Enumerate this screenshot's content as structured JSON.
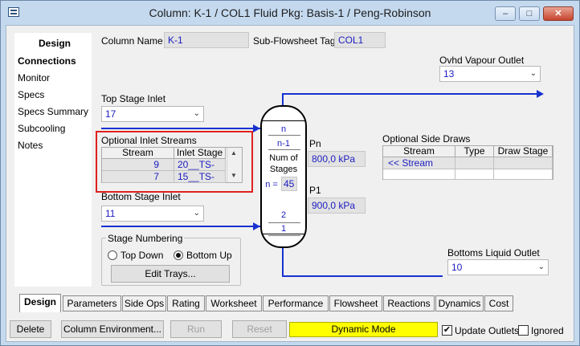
{
  "window": {
    "title": "Column: K-1 / COL1  Fluid Pkg: Basis-1 / Peng-Robinson",
    "controls": {
      "minimize": "‒",
      "maximize": "□",
      "close": "✕"
    }
  },
  "nav": {
    "header": "Design",
    "items": [
      {
        "label": "Connections",
        "selected": true
      },
      {
        "label": "Monitor",
        "selected": false
      },
      {
        "label": "Specs",
        "selected": false
      },
      {
        "label": "Specs Summary",
        "selected": false
      },
      {
        "label": "Subcooling",
        "selected": false
      },
      {
        "label": "Notes",
        "selected": false
      }
    ]
  },
  "form": {
    "column_name_label": "Column Name",
    "column_name": "K-1",
    "subflowsheet_label": "Sub-Flowsheet Tag",
    "subflowsheet_tag": "COL1",
    "ovhd_vapour_label": "Ovhd Vapour Outlet",
    "ovhd_vapour": "13",
    "top_stage_label": "Top Stage Inlet",
    "top_stage": "17",
    "optional_inlet_label": "Optional Inlet Streams",
    "inlet_headers": [
      "Stream",
      "Inlet Stage"
    ],
    "inlet_rows": [
      {
        "stream": "9",
        "stage": "20__TS-"
      },
      {
        "stream": "7",
        "stage": "15__TS-"
      }
    ],
    "bottom_stage_label": "Bottom Stage Inlet",
    "bottom_stage": "11",
    "side_draws_label": "Optional Side Draws",
    "side_headers": [
      "Stream",
      "Type",
      "Draw Stage"
    ],
    "side_row": {
      "stream": "<< Stream",
      "type": "",
      "draw_stage": ""
    },
    "pn_label": "Pn",
    "pn_value": "800,0 kPa",
    "p1_label": "P1",
    "p1_value": "900,0 kPa",
    "bottoms_liquid_label": "Bottoms Liquid Outlet",
    "bottoms_liquid": "10",
    "dropdown_glyph": "⌄"
  },
  "column": {
    "tray_n": "n",
    "tray_n1": "n-1",
    "num_stages_line1": "Num of",
    "num_stages_line2": "Stages",
    "n_eq": "n =",
    "n_value": "45",
    "tray_2": "2",
    "tray_1": "1"
  },
  "stage_numbering": {
    "label": "Stage Numbering",
    "options": [
      {
        "label": "Top Down",
        "selected": false
      },
      {
        "label": "Bottom Up",
        "selected": true
      }
    ],
    "edit_trays": "Edit Trays..."
  },
  "tabs": [
    {
      "label": "Design",
      "active": true
    },
    {
      "label": "Parameters",
      "active": false
    },
    {
      "label": "Side Ops",
      "active": false
    },
    {
      "label": "Rating",
      "active": false
    },
    {
      "label": "Worksheet",
      "active": false
    },
    {
      "label": "Performance",
      "active": false
    },
    {
      "label": "Flowsheet",
      "active": false
    },
    {
      "label": "Reactions",
      "active": false
    },
    {
      "label": "Dynamics",
      "active": false
    },
    {
      "label": "Cost",
      "active": false
    }
  ],
  "bottom_bar": {
    "delete": "Delete",
    "column_env": "Column Environment...",
    "run": "Run",
    "reset": "Reset",
    "mode": "Dynamic Mode",
    "update_outlets": "Update Outlets",
    "update_outlets_checked": true,
    "ignored": "Ignored",
    "ignored_checked": false
  },
  "colors": {
    "stream_line": "#1732d0",
    "value_text": "#1c1cc0",
    "highlight_box": "#e02020",
    "mode_banner": "#ffff00"
  },
  "scroll": {
    "up": "▲",
    "down": "▼"
  }
}
